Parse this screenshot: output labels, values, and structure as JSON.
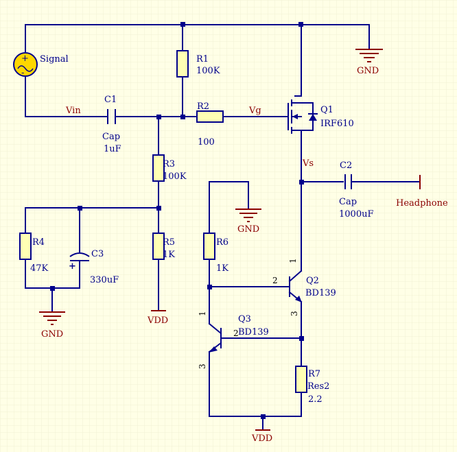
{
  "components": {
    "signal": {
      "label": "Signal"
    },
    "r1": {
      "ref": "R1",
      "value": "100K"
    },
    "r2": {
      "ref": "R2",
      "value": "100"
    },
    "r3": {
      "ref": "R3",
      "value": "100K"
    },
    "r4": {
      "ref": "R4",
      "value": "47K"
    },
    "r5": {
      "ref": "R5",
      "value": "1K"
    },
    "r6": {
      "ref": "R6",
      "value": "1K"
    },
    "r7": {
      "ref": "R7",
      "type": "Res2",
      "value": "2.2"
    },
    "c1": {
      "ref": "C1",
      "type": "Cap",
      "value": "1uF"
    },
    "c2": {
      "ref": "C2",
      "type": "Cap",
      "value": "1000uF"
    },
    "c3": {
      "ref": "C3",
      "value": "330uF"
    },
    "q1": {
      "ref": "Q1",
      "part": "IRF610"
    },
    "q2": {
      "ref": "Q2",
      "part": "BD139"
    },
    "q3": {
      "ref": "Q3",
      "part": "BD139"
    }
  },
  "nets": {
    "vin": "Vin",
    "vg": "Vg",
    "vs": "Vs",
    "gnd": "GND",
    "vdd": "VDD",
    "headphone": "Headphone"
  },
  "pins": {
    "q2_collector": "1",
    "q2_base": "2",
    "q2_emitter": "3",
    "q3_collector": "1",
    "q3_base": "2",
    "q3_emitter": "3"
  },
  "colors": {
    "background": "#ffffe6",
    "wire": "#00008b",
    "power": "#8b0000",
    "source_fill": "#ffd700"
  }
}
